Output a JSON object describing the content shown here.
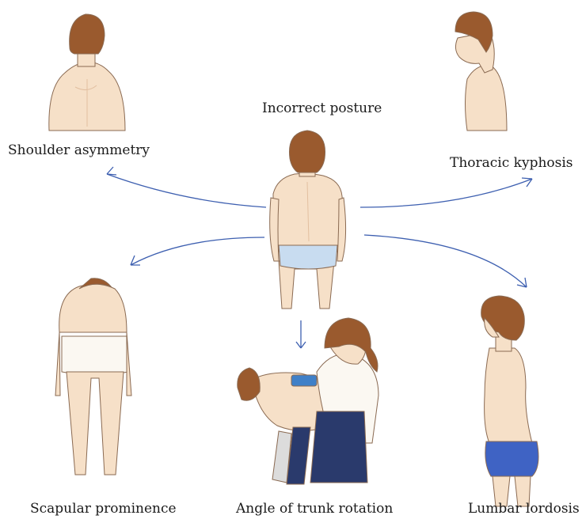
{
  "labels": {
    "center": "Incorrect posture",
    "top_left": "Shoulder asymmetry",
    "top_right": "Thoracic kyphosis",
    "bottom_left": "Scapular prominence",
    "bottom_center": "Angle of trunk rotation",
    "bottom_right": "Lumbar lordosis"
  },
  "colors": {
    "arrow": "#3d5fb0",
    "skin": "#f6e0c8",
    "skin_shade": "#e2bfa0",
    "hair": "#9a5a2e",
    "outline": "#8a6a52",
    "underwear_light": "#c8dcf0",
    "underwear_dark": "#3f63c4",
    "navy": "#2a3a6c",
    "phone": "#3f80c8"
  }
}
